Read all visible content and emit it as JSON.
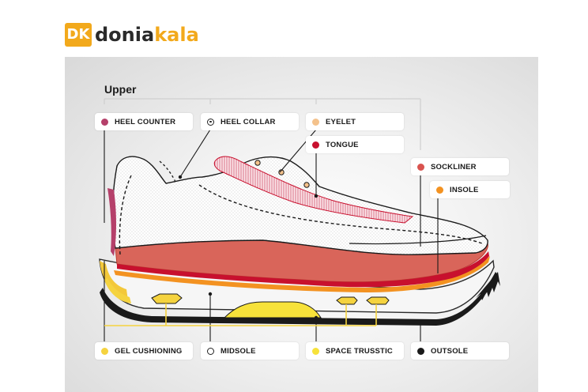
{
  "logo": {
    "mark": "DK",
    "text_part1": "donia",
    "text_part2": "kala",
    "accent_color": "#f2a91c"
  },
  "diagram": {
    "group_title": "Upper",
    "labels": {
      "heel_counter": {
        "text": "HEEL COUNTER",
        "color": "#b5406a"
      },
      "heel_collar": {
        "text": "HEEL COLLAR",
        "color": "#ffffff"
      },
      "eyelet": {
        "text": "EYELET",
        "color": "#f4c28c"
      },
      "tongue": {
        "text": "TONGUE",
        "color": "#c8102e"
      },
      "sockliner": {
        "text": "SOCKLINER",
        "color": "#d9534f"
      },
      "insole": {
        "text": "INSOLE",
        "color": "#f39221"
      },
      "gel_cushioning": {
        "text": "GEL CUSHIONING",
        "color": "#f5d33f"
      },
      "midsole": {
        "text": "MIDSOLE",
        "color": "#ffffff"
      },
      "space_trusstic": {
        "text": "SPACE TRUSSTIC",
        "color": "#f7e23a"
      },
      "outsole": {
        "text": "OUTSOLE",
        "color": "#1a1a1a"
      }
    }
  }
}
